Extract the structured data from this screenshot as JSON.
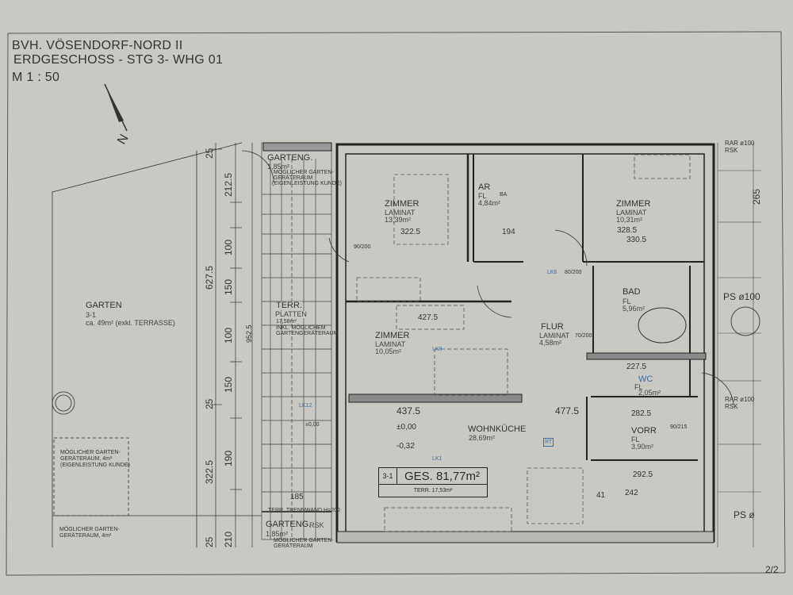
{
  "header": {
    "project": "BVH. VÖSENDORF-NORD II",
    "floor": "ERDGESCHOSS - STG 3- WHG 01",
    "scale": "M 1 : 50",
    "north_label": "N"
  },
  "page_number": "2/2",
  "garden": {
    "name": "GARTEN",
    "id": "3-1",
    "area": "ca. 49m² (exkl. TERRASSE)",
    "shed_1": [
      "MÖGLICHER GARTEN-",
      "GERÄTERAUM, 4m²",
      "(EIGENLEISTUNG KUNDE)"
    ],
    "shed_2": [
      "MÖGLICHER GARTEN-",
      "GERÄTERAUM, 4m²"
    ]
  },
  "garden_sheds": [
    {
      "name": "GARTENG.",
      "area": "1,85m²",
      "note": [
        "MÖGLICHER GARTEN-",
        "GERÄTERAUM",
        "(EIGENLEISTUNG KUNDE)"
      ]
    },
    {
      "name": "GARTENG.",
      "area": "1,85m²",
      "note": [
        "MÖGLICHER GARTEN-",
        "GERÄTERAUM"
      ]
    }
  ],
  "terrace": {
    "name": "TERR.",
    "floor": "PLATTEN",
    "area": "17,58m²",
    "note": [
      "INKL. MÖGLICHEM",
      "GARTENGERÄTERAUM"
    ],
    "divider": "TERR. TRENNWAND H=200",
    "rsk": "RSK"
  },
  "rooms": [
    {
      "name": "ZIMMER",
      "floor": "LAMINAT",
      "area": "13,39m²"
    },
    {
      "name": "AR",
      "floor": "FL",
      "area": "4,84m²"
    },
    {
      "name": "ZIMMER",
      "floor": "LAMINAT",
      "area": "10,31m²"
    },
    {
      "name": "BAD",
      "floor": "FL",
      "area": "5,96m²"
    },
    {
      "name": "FLUR",
      "floor": "LAMINAT",
      "area": "4,58m²"
    },
    {
      "name": "ZIMMER",
      "floor": "LAMINAT",
      "area": "10,05m²"
    },
    {
      "name": "WC",
      "floor": "FL",
      "area": "2,05m²"
    },
    {
      "name": "WOHNKÜCHE",
      "floor": "",
      "area": "28,69m²"
    },
    {
      "name": "VORR",
      "floor": "FL",
      "area": "3,90m²"
    }
  ],
  "levels": {
    "floor": "±0,00",
    "outside": "-0,32",
    "terrace": "±0,00"
  },
  "summary": {
    "unit": "3-1",
    "total": "GES. 81,77m²",
    "terrace": "TERR. 17,53m²"
  },
  "dimensions": {
    "left_vertical": [
      "25",
      "212.5",
      "100",
      "150",
      "100",
      "150",
      "25",
      "190",
      "25",
      "210"
    ],
    "left_totals": [
      "627.5",
      "322.5",
      "952.5"
    ],
    "horizontal": [
      "437.5",
      "477.5",
      "322.5",
      "427.5",
      "328.5",
      "330.5",
      "282.5",
      "292.5",
      "242",
      "41",
      "185",
      "194",
      "227.5"
    ],
    "right": [
      "265"
    ]
  },
  "annotations": {
    "rar_top": "RAR ø100",
    "rsk_top": "RSK",
    "ps": "PS ø100",
    "rar_bottom": "RAR ø100",
    "rsk_bottom": "RSK",
    "ps_bottom": "PS ø",
    "ba": "BA",
    "rt": "RT",
    "lk": [
      "LK1",
      "LK8",
      "LK12",
      "LK6"
    ],
    "doors": [
      "90/200",
      "80/200",
      "70/200",
      "90/215"
    ]
  }
}
